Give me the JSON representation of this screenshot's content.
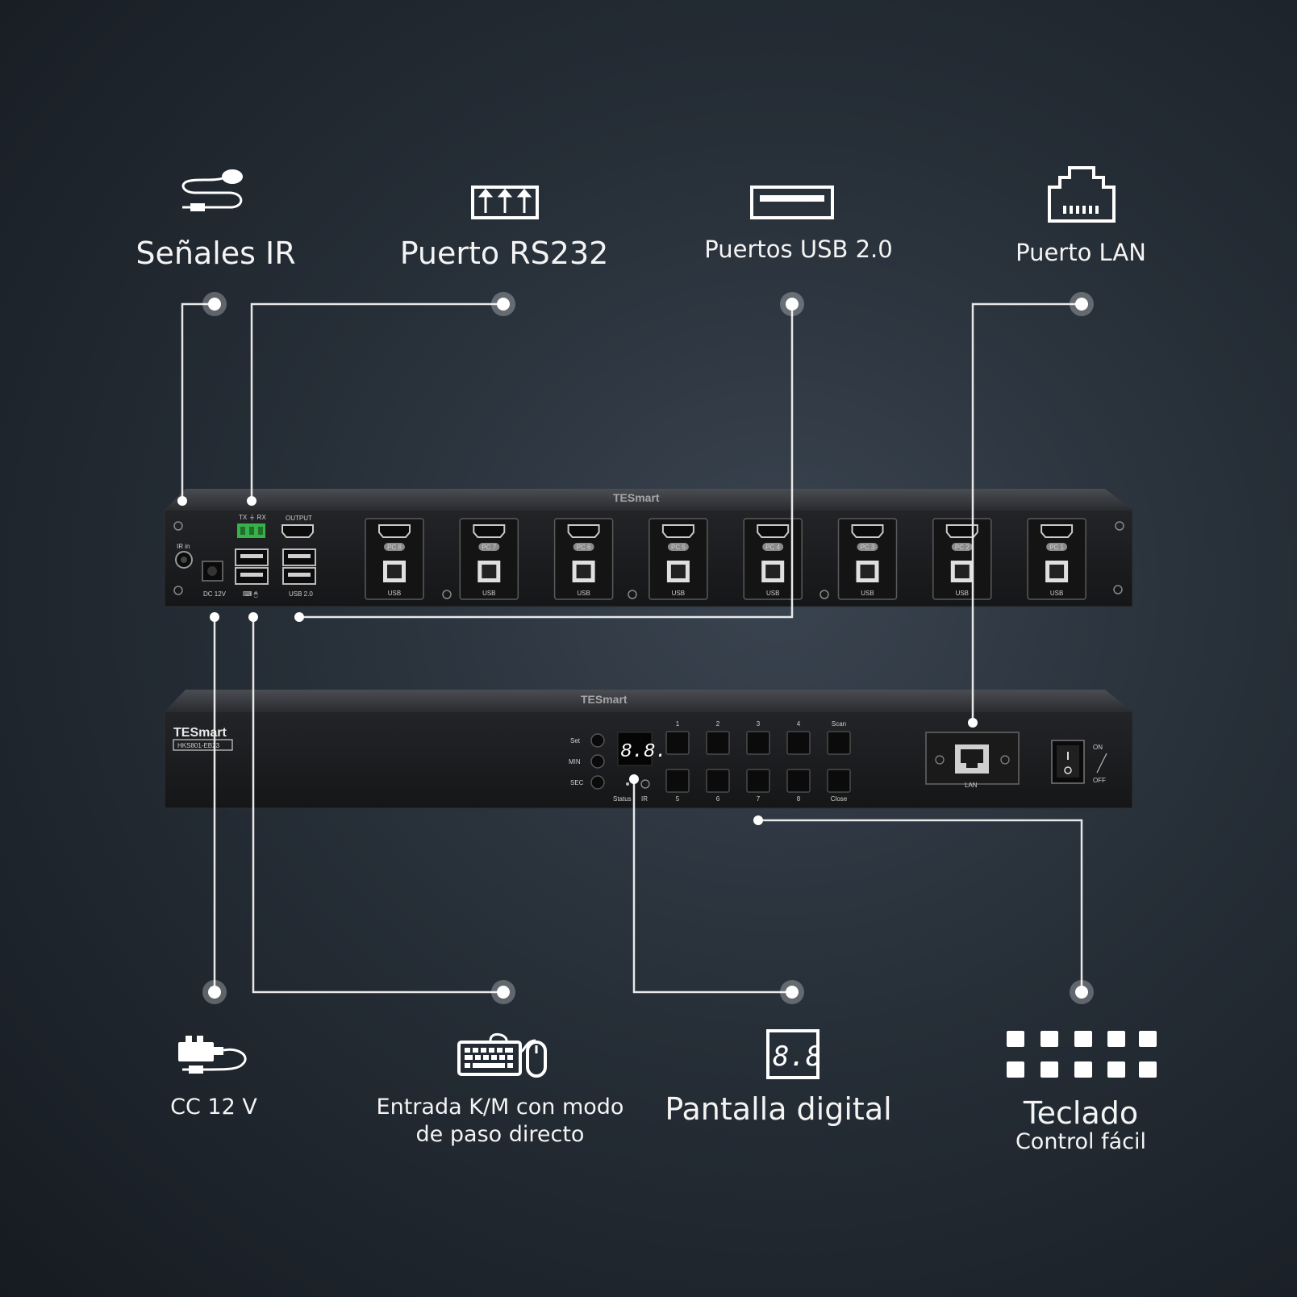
{
  "callouts": {
    "ir_signals": "Señales IR",
    "rs232_port": "Puerto RS232",
    "usb_ports": "Puertos USB 2.0",
    "lan_port": "Puerto LAN",
    "dc_power": "CC 12 V",
    "km_input_line1": "Entrada K/M con modo",
    "km_input_line2": "de paso directo",
    "digital_display": "Pantalla digital",
    "keypad_title": "Teclado",
    "keypad_sub": "Control fácil"
  },
  "rear_panel": {
    "ir_in": "IR in",
    "dc_label": "DC 12V",
    "rs232_label": "TX ⏚ RX",
    "output_label": "OUTPUT",
    "usb_label": "USB 2.0",
    "km_symbols": "⌨ 🖱",
    "port_usb": "USB",
    "ports": [
      "PC 8",
      "PC 7",
      "PC 6",
      "PC 5",
      "PC 4",
      "PC 3",
      "PC 2",
      "PC 1"
    ]
  },
  "front_panel": {
    "brand": "TESmart",
    "model": "HKS801-EB23",
    "set": "Set",
    "min": "MIN",
    "sec": "SEC",
    "display": "8.8.",
    "status": "Status",
    "ir": "IR",
    "top_buttons": [
      "1",
      "2",
      "3",
      "4",
      "Scan"
    ],
    "bottom_buttons": [
      "5",
      "6",
      "7",
      "8",
      "Close"
    ],
    "lan": "LAN",
    "on": "ON",
    "off": "OFF"
  },
  "icons": [
    "ir-cable-icon",
    "rs232-port-icon",
    "usb-port-icon",
    "lan-port-icon",
    "power-adapter-icon",
    "keyboard-mouse-icon",
    "digital-display-icon",
    "keypad-icon"
  ],
  "colors": {
    "background": "#262e37",
    "device": "#1c1c1c",
    "rs232_terminal": "#37b24a",
    "wire": "#e8e8e8"
  }
}
